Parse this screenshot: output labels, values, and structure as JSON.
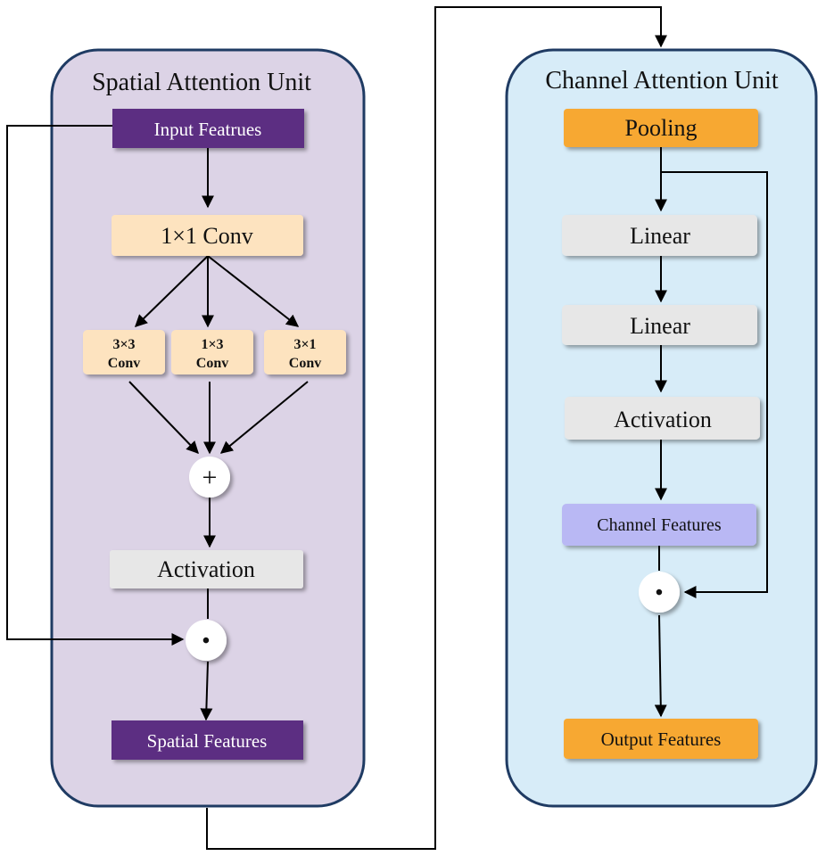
{
  "spatial_unit": {
    "title": "Spatial Attention Unit",
    "input_features": "Input Featrues",
    "conv_1x1": "1×1 Conv",
    "conv_3x3": [
      "3×3",
      "Conv"
    ],
    "conv_1x3": [
      "1×3",
      "Conv"
    ],
    "conv_3x1": [
      "3×1",
      "Conv"
    ],
    "add_symbol": "+",
    "activation": "Activation",
    "multiply_symbol": "•",
    "spatial_features": "Spatial Features"
  },
  "channel_unit": {
    "title": "Channel Attention Unit",
    "pooling": "Pooling",
    "linear_1": "Linear",
    "linear_2": "Linear",
    "activation": "Activation",
    "channel_features": "Channel Features",
    "multiply_symbol": "•",
    "output_features": "Output Features"
  },
  "colors": {
    "spatial_panel_fill": "#dcd3e6",
    "channel_panel_fill": "#d7ecf8",
    "panel_stroke": "#1f3b63",
    "dark_purple": "#5b2d82",
    "peach": "#fde3bf",
    "gray_box": "#e7e7e7",
    "lavender": "#b9b8f4",
    "orange": "#f7a832",
    "line": "#000000"
  }
}
